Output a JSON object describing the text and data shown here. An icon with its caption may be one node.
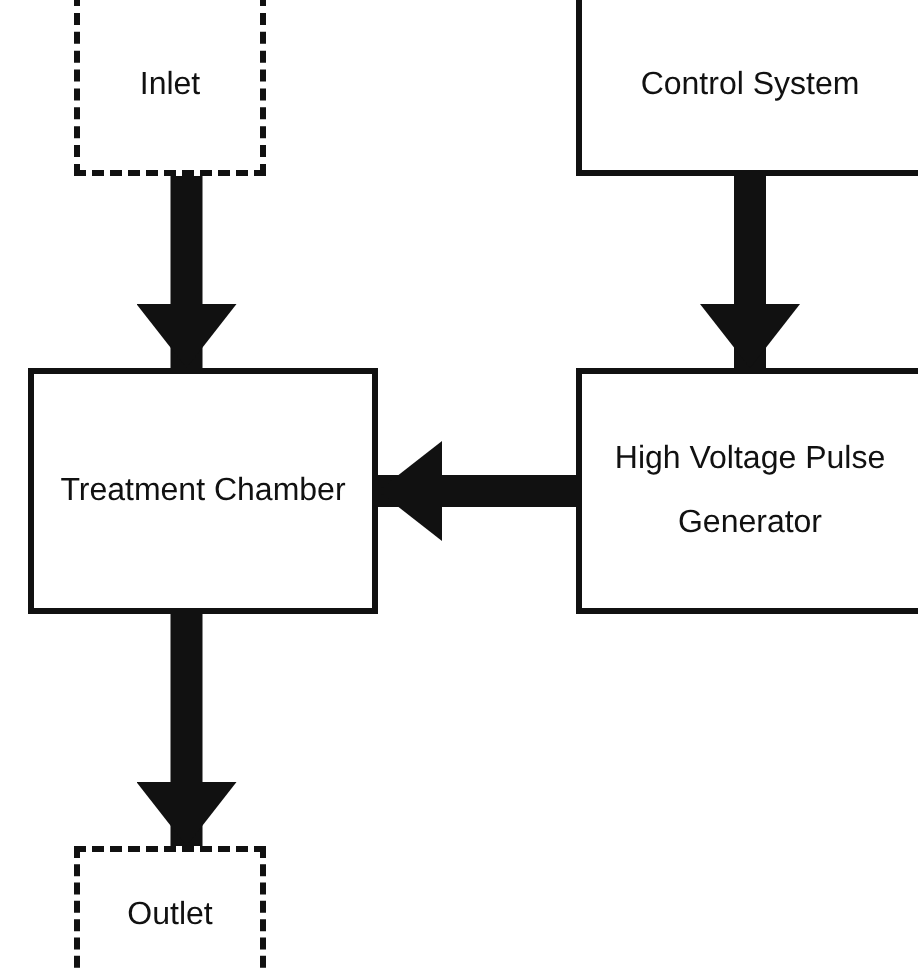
{
  "diagram": {
    "nodes": [
      {
        "text": [
          "Inlet"
        ]
      },
      {
        "text": [
          "Control System"
        ]
      },
      {
        "text": [
          "Treatment Chamber"
        ]
      },
      {
        "text": [
          "High Voltage Pulse Generator"
        ]
      },
      {
        "text": [
          "Outlet"
        ]
      }
    ],
    "edges": [
      {
        "from": 0,
        "to": 2,
        "arrow": "to"
      },
      {
        "from": 1,
        "to": 3,
        "arrow": "to"
      },
      {
        "from": 3,
        "to": 2,
        "arrow": "to"
      },
      {
        "from": 2,
        "to": 4,
        "arrow": "to"
      }
    ]
  }
}
